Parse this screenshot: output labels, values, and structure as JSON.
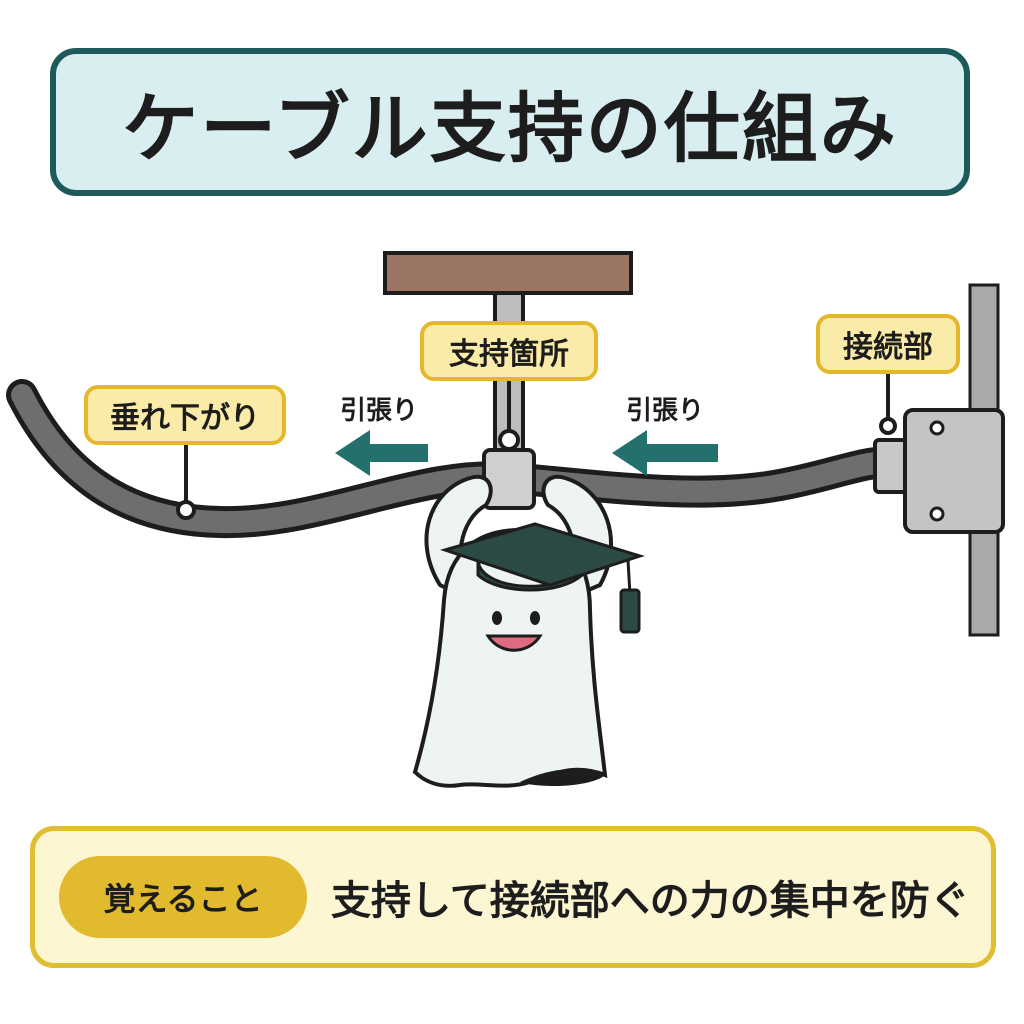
{
  "title": "ケーブル支持の仕組み",
  "labels": {
    "sag": "垂れ下がり",
    "support_point": "支持箇所",
    "connection": "接続部"
  },
  "tension_left": "引張り",
  "tension_right": "引張り",
  "remember_badge": "覚えること",
  "summary": "支持して接続部への力の集中を防ぐ",
  "icons": [
    "left-arrow-icon",
    "left-arrow-icon",
    "ghost-mascot-icon",
    "graduation-cap-icon",
    "junction-box-icon",
    "ceiling-beam-icon"
  ],
  "colors": {
    "title_bg": "#d9eef1",
    "title_border": "#1e5a5a",
    "label_bg": "#fbeba8",
    "label_border": "#e3b82a",
    "arrow": "#24706c",
    "beam": "#9a7563",
    "cable": "#6e6e6e",
    "bottom_bg": "#fdf6d2",
    "pill": "#e2ba2e"
  }
}
